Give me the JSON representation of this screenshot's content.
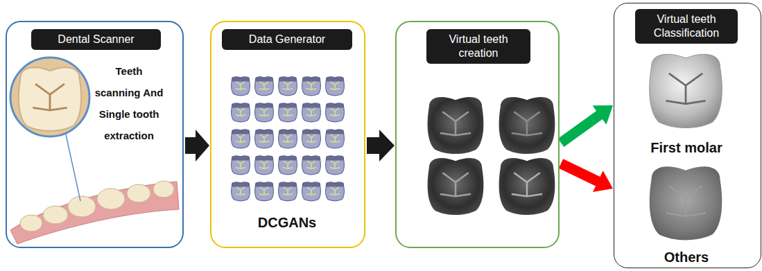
{
  "diagram": {
    "nodes": [
      {
        "text": [
          "Dental Scanner",
          "Teeth scanning And Single tooth extraction"
        ]
      },
      {
        "text": [
          "Data Generator",
          "DCGANs"
        ]
      },
      {
        "text": [
          "Virtual teeth creation"
        ]
      },
      {
        "text": [
          "Virtual teeth Classification",
          "First molar",
          "Others"
        ]
      }
    ],
    "edges": [
      {
        "from": 0,
        "to": 1,
        "arrow": "to"
      },
      {
        "from": 1,
        "to": 2,
        "arrow": "to"
      },
      {
        "from": 2,
        "to": 3,
        "arrow": "to"
      },
      {
        "from": 2,
        "to": 3,
        "arrow": "to"
      }
    ]
  }
}
